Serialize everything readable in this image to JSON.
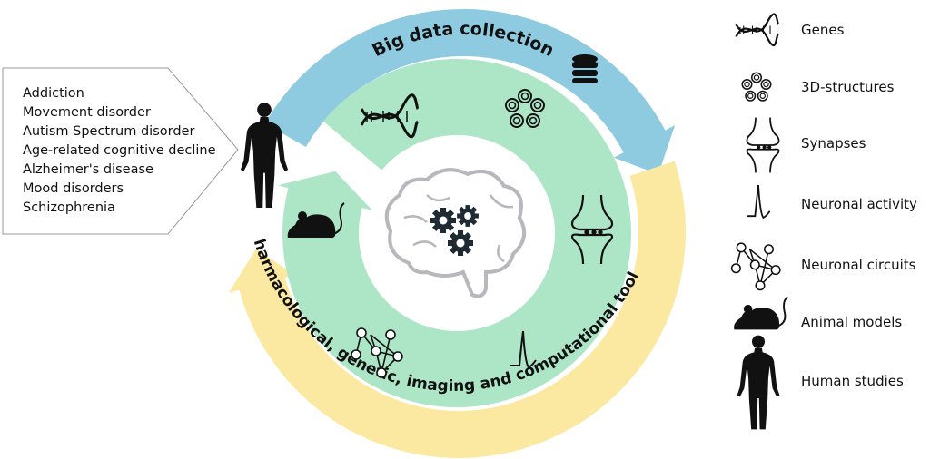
{
  "conditions": [
    "Addiction",
    "Movement disorder",
    "Autism Spectrum disorder",
    "Age-related cognitive decline",
    "Alzheimer's disease",
    "Mood disorders",
    "Schizophrenia"
  ],
  "cycle": {
    "outer_top_label": "Big data collection",
    "outer_bottom_label": "Pharmacological, genetic, imaging and computational tools"
  },
  "legend": [
    {
      "icon": "dna-icon",
      "label": "Genes"
    },
    {
      "icon": "protein-structure-icon",
      "label": "3D-structures"
    },
    {
      "icon": "synapse-icon",
      "label": "Synapses"
    },
    {
      "icon": "spike-icon",
      "label": "Neuronal activity"
    },
    {
      "icon": "network-icon",
      "label": "Neuronal circuits"
    },
    {
      "icon": "mouse-icon",
      "label": "Animal models"
    },
    {
      "icon": "human-icon",
      "label": "Human studies"
    }
  ],
  "colors": {
    "blue": "#8ecae0",
    "yellow": "#fbe9a2",
    "green": "#ade6c7",
    "brain": "#b7b7bd",
    "gear": "#1f2a33"
  }
}
